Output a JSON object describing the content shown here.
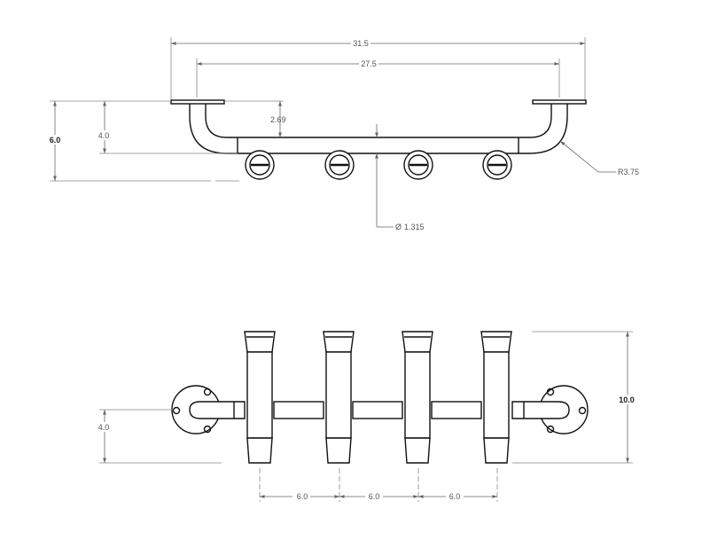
{
  "top_view": {
    "overall_width": "31.5",
    "flange_spacing": "27.5",
    "bend_offset": "2.69",
    "riser_height": "4.0",
    "total_height": "6.0",
    "bend_radius": "R3.75",
    "tube_diameter": "1.315",
    "diameter_symbol": "Ø"
  },
  "front_view": {
    "holder_length": "10.0",
    "mount_height": "4.0",
    "spacing_1": "6.0",
    "spacing_2": "6.0",
    "spacing_3": "6.0"
  }
}
